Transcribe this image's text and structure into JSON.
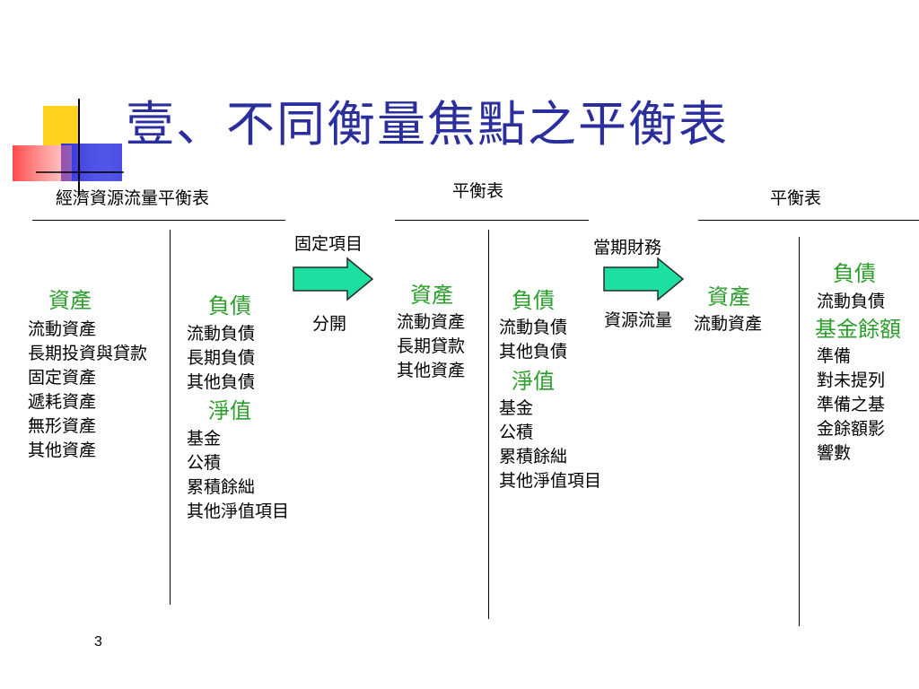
{
  "slide": {
    "title": "壹、不同衡量焦點之平衡表",
    "page_number": "3",
    "accent_colors": {
      "title": "#2b2f9e",
      "green_heading": "#2b9e2b",
      "arrow": "#1de0a0",
      "logo_yellow": "#ffd21e",
      "logo_red": "#ff2a2a",
      "logo_blue": "#2a2ad8"
    }
  },
  "left_table": {
    "header": "經濟資源流量平衡表",
    "assets_heading": "資產",
    "assets_items": [
      "流動資產",
      "長期投資與貸款",
      "固定資產",
      "遞耗資產",
      "無形資產",
      "其他資產"
    ],
    "liab_heading": "負債",
    "liab_items": [
      "流動負債",
      "長期負債",
      "其他負債"
    ],
    "equity_heading": "淨值",
    "equity_items": [
      "基金",
      "公積",
      "累積餘絀",
      "其他淨值項目"
    ]
  },
  "arrow1": {
    "top_label": "固定項目",
    "bottom_label": "分開",
    "icon": "right-arrow-icon"
  },
  "middle_table": {
    "header": "平衡表",
    "assets_heading": "資產",
    "assets_items": [
      "流動資產",
      "長期貸款",
      "其他資產"
    ],
    "liab_heading": "負債",
    "liab_items": [
      "流動負債",
      "其他負債"
    ],
    "equity_heading": "淨值",
    "equity_items": [
      "基金",
      "公積",
      "累積餘絀",
      "其他淨值項目"
    ]
  },
  "arrow2": {
    "top_label": "當期財務",
    "bottom_label": "資源流量",
    "icon": "right-arrow-icon"
  },
  "right_table": {
    "header": "平衡表",
    "assets_heading": "資產",
    "assets_items": [
      "流動資產"
    ],
    "liab_heading": "負債",
    "liab_items": [
      "流動負債"
    ],
    "fund_heading": "基金餘額",
    "fund_items": [
      "準備",
      "對未提列",
      "準備之基",
      "金餘額影",
      "響數"
    ]
  }
}
